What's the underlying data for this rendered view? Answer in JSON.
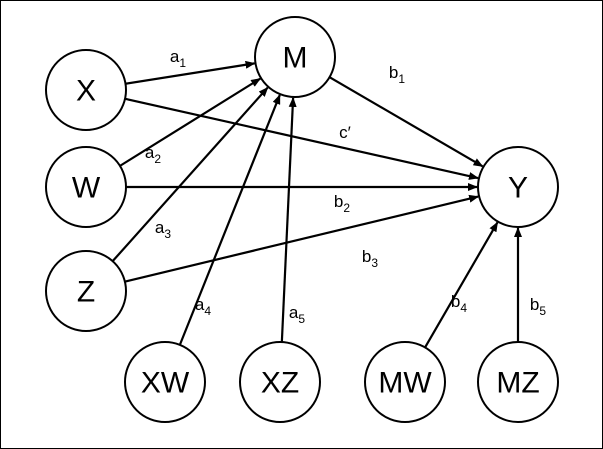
{
  "nodes": [
    {
      "id": "X",
      "label": "X"
    },
    {
      "id": "W",
      "label": "W"
    },
    {
      "id": "Z",
      "label": "Z"
    },
    {
      "id": "M",
      "label": "M"
    },
    {
      "id": "Y",
      "label": "Y"
    },
    {
      "id": "XW",
      "label": "XW"
    },
    {
      "id": "XZ",
      "label": "XZ"
    },
    {
      "id": "MW",
      "label": "MW"
    },
    {
      "id": "MZ",
      "label": "MZ"
    }
  ],
  "edges": [
    {
      "from": "X",
      "to": "M",
      "label": "a",
      "sub": "1"
    },
    {
      "from": "W",
      "to": "M",
      "label": "a",
      "sub": "2"
    },
    {
      "from": "Z",
      "to": "M",
      "label": "a",
      "sub": "3"
    },
    {
      "from": "XW",
      "to": "M",
      "label": "a",
      "sub": "4"
    },
    {
      "from": "XZ",
      "to": "M",
      "label": "a",
      "sub": "5"
    },
    {
      "from": "M",
      "to": "Y",
      "label": "b",
      "sub": "1"
    },
    {
      "from": "X",
      "to": "Y",
      "label": "c′",
      "sub": ""
    },
    {
      "from": "W",
      "to": "Y",
      "label": "b",
      "sub": "2"
    },
    {
      "from": "Z",
      "to": "Y",
      "label": "b",
      "sub": "3"
    },
    {
      "from": "MW",
      "to": "Y",
      "label": "b",
      "sub": "4"
    },
    {
      "from": "MZ",
      "to": "Y",
      "label": "b",
      "sub": "5"
    }
  ]
}
